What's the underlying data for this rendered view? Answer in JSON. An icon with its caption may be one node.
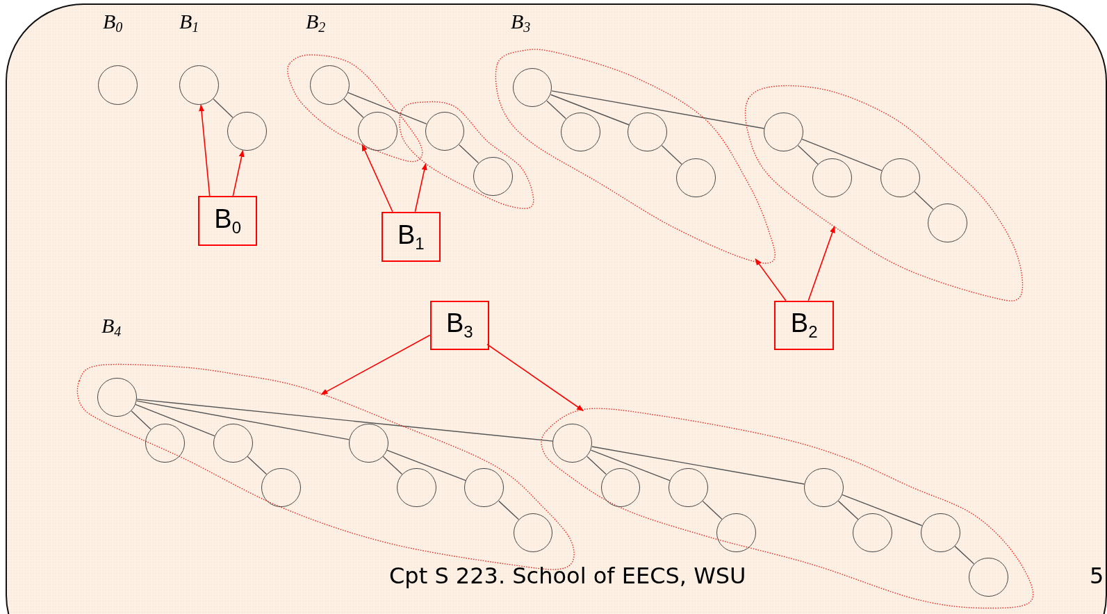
{
  "diagram": {
    "nodes": [
      {
        "text": [],
        "shape": "circle"
      },
      {
        "text": [],
        "shape": "circle"
      },
      {
        "text": [],
        "shape": "circle"
      },
      {
        "text": [],
        "shape": "outline"
      },
      {
        "text": [],
        "shape": "circle",
        "in": 3
      },
      {
        "text": [],
        "shape": "circle",
        "in": 3
      },
      {
        "text": [],
        "shape": "outline"
      },
      {
        "text": [],
        "shape": "circle",
        "in": 6
      },
      {
        "text": [],
        "shape": "circle",
        "in": 6
      },
      {
        "text": [],
        "shape": "outline"
      },
      {
        "text": [],
        "shape": "circle",
        "in": 9
      },
      {
        "text": [],
        "shape": "circle",
        "in": 9
      },
      {
        "text": [],
        "shape": "circle",
        "in": 9
      },
      {
        "text": [],
        "shape": "circle",
        "in": 9
      },
      {
        "text": [],
        "shape": "outline"
      },
      {
        "text": [],
        "shape": "circle",
        "in": 14
      },
      {
        "text": [],
        "shape": "circle",
        "in": 14
      },
      {
        "text": [],
        "shape": "circle",
        "in": 14
      },
      {
        "text": [],
        "shape": "circle",
        "in": 14
      },
      {
        "text": [
          "B$_{0}$"
        ]
      },
      {
        "text": [
          "B$_{1}$"
        ]
      },
      {
        "text": [
          "B$_{3}$"
        ]
      },
      {
        "text": [
          "B$_{2}$"
        ]
      },
      {
        "text": [],
        "shape": "outline"
      },
      {
        "text": [],
        "shape": "circle",
        "in": 23
      },
      {
        "text": [],
        "shape": "circle",
        "in": 23
      },
      {
        "text": [],
        "shape": "circle",
        "in": 23
      },
      {
        "text": [],
        "shape": "circle",
        "in": 23
      },
      {
        "text": [],
        "shape": "circle",
        "in": 23
      },
      {
        "text": [],
        "shape": "circle",
        "in": 23
      },
      {
        "text": [],
        "shape": "circle",
        "in": 23
      },
      {
        "text": [],
        "shape": "circle",
        "in": 23
      },
      {
        "text": [],
        "shape": "outline"
      },
      {
        "text": [],
        "shape": "circle",
        "in": 32
      },
      {
        "text": [],
        "shape": "circle",
        "in": 32
      },
      {
        "text": [],
        "shape": "circle",
        "in": 32
      },
      {
        "text": [],
        "shape": "circle",
        "in": 32
      },
      {
        "text": [],
        "shape": "circle",
        "in": 32
      },
      {
        "text": [],
        "shape": "circle",
        "in": 32
      },
      {
        "text": [],
        "shape": "circle",
        "in": 32
      },
      {
        "text": [],
        "shape": "circle",
        "in": 32
      }
    ],
    "edges": [
      {
        "from": 1,
        "to": 2,
        "arrow": "none"
      },
      {
        "from": 4,
        "to": 5,
        "arrow": "none"
      },
      {
        "from": 4,
        "to": 7,
        "arrow": "none"
      },
      {
        "from": 7,
        "to": 8,
        "arrow": "none"
      },
      {
        "from": 10,
        "to": 11,
        "arrow": "none"
      },
      {
        "from": 10,
        "to": 12,
        "arrow": "none"
      },
      {
        "from": 12,
        "to": 13,
        "arrow": "none"
      },
      {
        "from": 10,
        "to": 15,
        "arrow": "none"
      },
      {
        "from": 15,
        "to": 16,
        "arrow": "none"
      },
      {
        "from": 15,
        "to": 17,
        "arrow": "none"
      },
      {
        "from": 17,
        "to": 18,
        "arrow": "none"
      },
      {
        "from": 24,
        "to": 25,
        "arrow": "none"
      },
      {
        "from": 24,
        "to": 26,
        "arrow": "none"
      },
      {
        "from": 26,
        "to": 27,
        "arrow": "none"
      },
      {
        "from": 24,
        "to": 28,
        "arrow": "none"
      },
      {
        "from": 28,
        "to": 29,
        "arrow": "none"
      },
      {
        "from": 28,
        "to": 30,
        "arrow": "none"
      },
      {
        "from": 30,
        "to": 31,
        "arrow": "none"
      },
      {
        "from": 24,
        "to": 33,
        "arrow": "none"
      },
      {
        "from": 33,
        "to": 34,
        "arrow": "none"
      },
      {
        "from": 33,
        "to": 35,
        "arrow": "none"
      },
      {
        "from": 35,
        "to": 36,
        "arrow": "none"
      },
      {
        "from": 33,
        "to": 37,
        "arrow": "none"
      },
      {
        "from": 37,
        "to": 38,
        "arrow": "none"
      },
      {
        "from": 37,
        "to": 39,
        "arrow": "none"
      },
      {
        "from": 39,
        "to": 40,
        "arrow": "none"
      },
      {
        "from": 19,
        "to": 1,
        "arrow": "to",
        "color": "#ff0000"
      },
      {
        "from": 19,
        "to": 2,
        "arrow": "to",
        "color": "#ff0000"
      },
      {
        "from": 20,
        "to": 3,
        "arrow": "to",
        "color": "#ff0000"
      },
      {
        "from": 20,
        "to": 6,
        "arrow": "to",
        "color": "#ff0000"
      },
      {
        "from": 22,
        "to": 9,
        "arrow": "to",
        "color": "#ff0000"
      },
      {
        "from": 22,
        "to": 14,
        "arrow": "to",
        "color": "#ff0000"
      },
      {
        "from": 21,
        "to": 23,
        "arrow": "to",
        "color": "#ff0000"
      },
      {
        "from": 21,
        "to": 32,
        "arrow": "to",
        "color": "#ff0000"
      }
    ],
    "labels": [
      "B$_{0}$",
      "B$_{1}$",
      "B$_{2}$",
      "B$_{3}$",
      "B$_{4}$",
      "Cpt S 223. School of EECS, WSU",
      "5"
    ]
  }
}
